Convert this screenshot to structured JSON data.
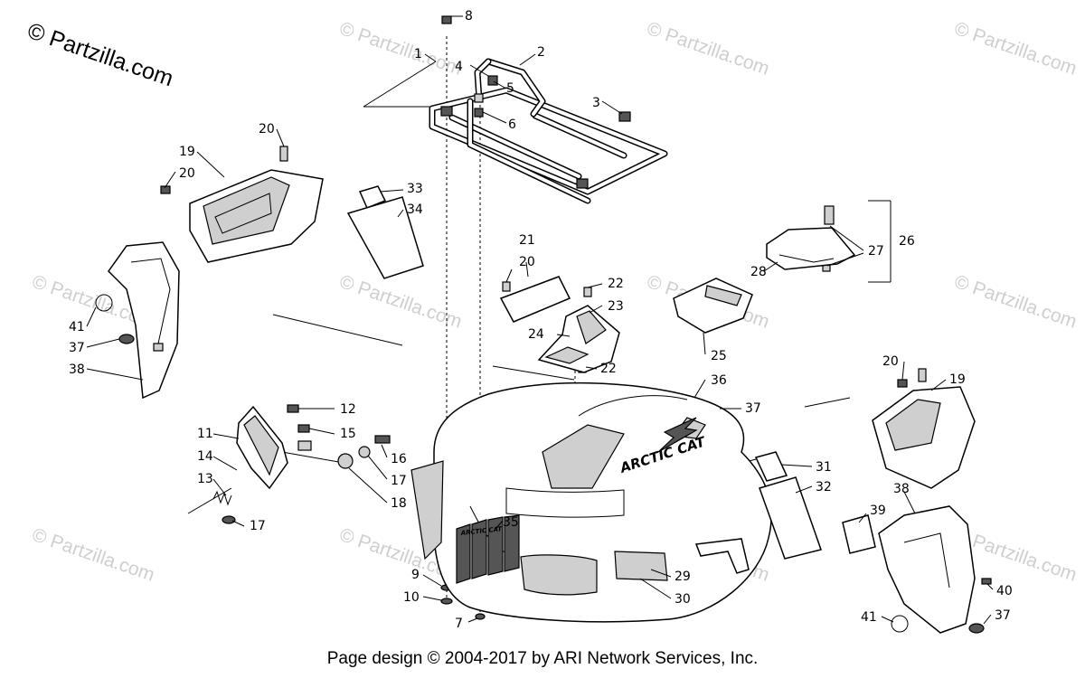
{
  "watermark_main": "© Partzilla.com",
  "watermark_repeat": "© Partzilla.com",
  "footer": "Page design © 2004-2017 by ARI Network Services, Inc.",
  "logos": {
    "hood": "ARCTIC CAT",
    "grille": "ARCTIC CAT"
  },
  "callouts": {
    "n1": "1",
    "n2": "2",
    "n3": "3",
    "n4": "4",
    "n5": "5",
    "n6": "6",
    "n7": "7",
    "n8": "8",
    "n9": "9",
    "n10": "10",
    "n11": "11",
    "n12": "12",
    "n13": "13",
    "n14": "14",
    "n15": "15",
    "n16": "16",
    "n17": "17",
    "n18": "18",
    "n19": "19",
    "n20": "20",
    "n21": "21",
    "n22": "22",
    "n23": "23",
    "n24": "24",
    "n25": "25",
    "n26": "26",
    "n27": "27",
    "n28": "28",
    "n29": "29",
    "n30": "30",
    "n31": "31",
    "n32": "32",
    "n33": "33",
    "n34": "34",
    "n35": "35",
    "n36": "36",
    "n37": "37",
    "n38": "38",
    "n39": "39",
    "n40": "40",
    "n41": "41"
  }
}
